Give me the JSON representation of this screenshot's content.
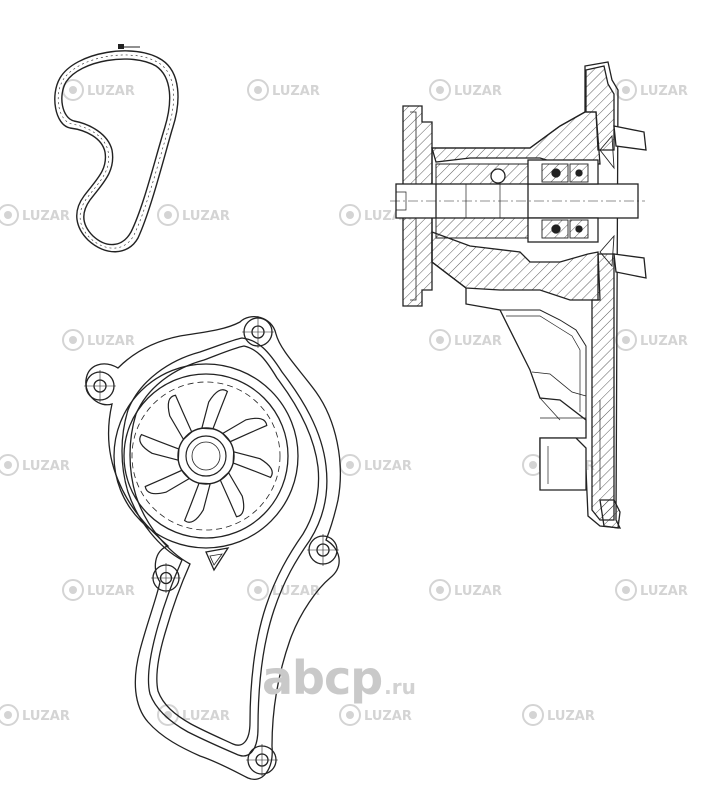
{
  "watermark": {
    "brand_text": "LUZAR",
    "color": "#d4d4d4",
    "rows": [
      [
        [
          95,
          90
        ],
        [
          280,
          90
        ],
        [
          462,
          90
        ],
        [
          648,
          90
        ]
      ],
      [
        [
          30,
          215
        ],
        [
          190,
          215
        ],
        [
          372,
          215
        ]
      ],
      [
        [
          95,
          340
        ],
        [
          462,
          340
        ],
        [
          648,
          340
        ]
      ],
      [
        [
          30,
          465
        ],
        [
          372,
          465
        ],
        [
          555,
          465
        ]
      ],
      [
        [
          95,
          590
        ],
        [
          280,
          590
        ],
        [
          462,
          590
        ],
        [
          648,
          590
        ]
      ],
      [
        [
          30,
          715
        ],
        [
          190,
          715
        ],
        [
          372,
          715
        ],
        [
          555,
          715
        ]
      ]
    ]
  },
  "logo": {
    "main_text": "abcp",
    "suffix_text": ".ru",
    "color": "#c8c8c8"
  },
  "drawing": {
    "line_color": "#222222",
    "hatch_color": "#333333",
    "parts": [
      "gasket",
      "pump-body-front-view",
      "pump-cross-section"
    ]
  }
}
